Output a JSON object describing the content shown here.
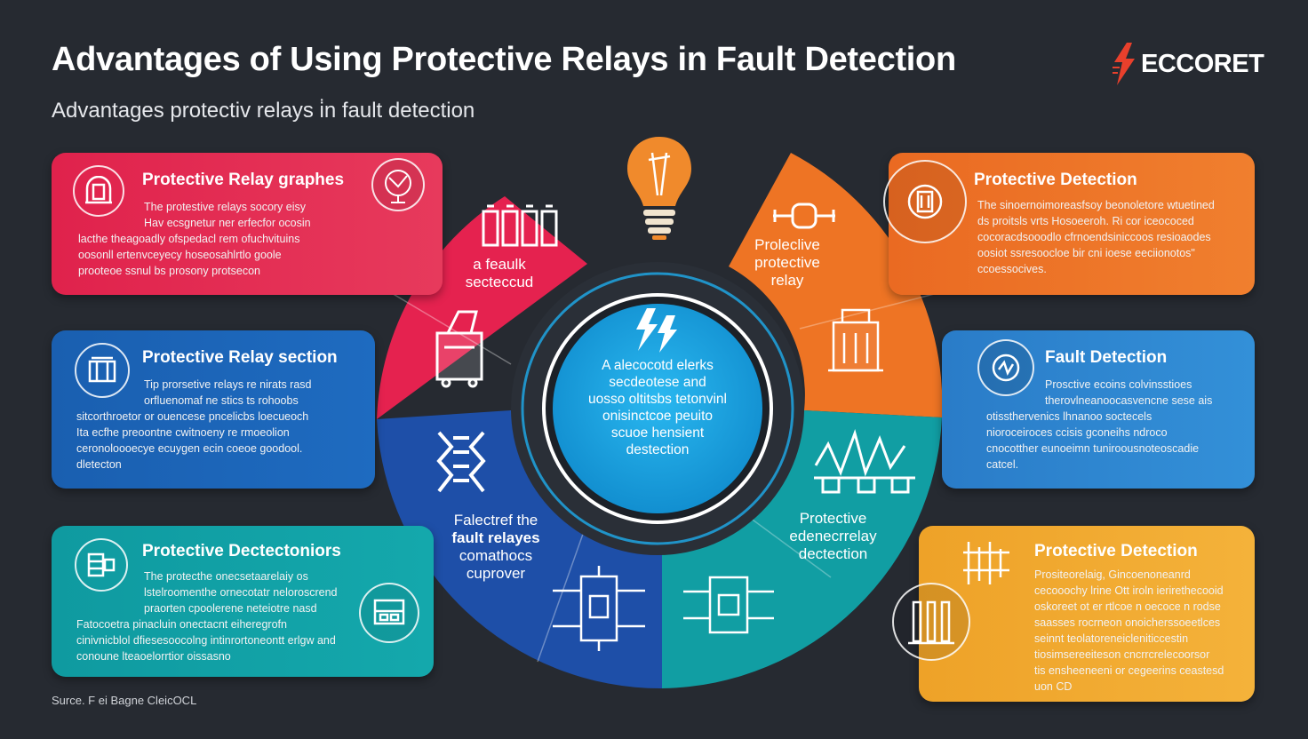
{
  "header": {
    "title": "Advantages of Using Protective Relays in Fault Detection",
    "subtitle": "Advantages protectiv relays i̇n  fault detection"
  },
  "logo": {
    "text": "ECCORET",
    "icon": "lightning-bolt-icon",
    "color": "#e8402c"
  },
  "source": "Surce. F ei Bagne CleicOCL",
  "cards": [
    {
      "title": "Protective Relay graphes",
      "icon": "relay-emblem-icon",
      "side_icon": "circuit-globe-icon",
      "color": "#e5224f",
      "lines": [
        "The protestive relays socory eisy",
        "Hav ecsgnetur ner erfecfor ocosin",
        "lacthe theagoadly ofspedacl rem ofuchvituins",
        "oosonll ertenvceyecy hoseosahlrtlo goole",
        "prooteoe ssnul bs prosony protsecon"
      ]
    },
    {
      "title": "Protective Relay section",
      "icon": "relay-panel-icon",
      "color": "#1e66b8",
      "lines": [
        "Tip prorsetive relays re nirats rasd",
        "orfluenomaf ne stics ts rohoobs",
        "sitcorthroetor or ouencese pncelicbs loecueoch",
        "Ita ecfhe preoontne cwitnoeny re rmoeolion",
        "ceronoloooecye ecuygen ecin  coeoe goodool.",
        "dletecton"
      ]
    },
    {
      "title": "Protective Dectectoniors",
      "icon": "relay-stack-icon",
      "side_icon": "detector-unit-icon",
      "color": "#119ea3",
      "lines": [
        "The protecthe onecsetaarelaiy os",
        "lstelroomenthe ornecotatr neloroscrend",
        "praorten cpoolerene neteiotre nasd",
        "Fatocoetra pinacluin onectacnt eiheregrofn",
        "cinivnicblol dfiesesoocolng intinrortoneontt erlgw and",
        "conoune lteaoelorrtior oissasno"
      ]
    },
    {
      "title": "Protective Detection",
      "icon": "breaker-emblem-icon",
      "color": "#ee7424",
      "lines": [
        "The sinoernoimoreasfsoy beonoletore wtuetined",
        "ds proitsls vrts Hosoeeroh. Ri cor iceococed",
        "cocoracdsooodlo cfrnoendsiniccoos resioaodes",
        "oosiot ssresoocloe bir cni ioese eeciionotos\"",
        "ccoessocives."
      ]
    },
    {
      "title": "Fault Detection",
      "icon": "meter-badge-icon",
      "color": "#2f86cf",
      "lines": [
        "Prosctive ecoins colvinsstioes",
        "therovlneanoocasvencne sese ais",
        "otissthervenics lhnanoo soctecels",
        "nioroceiroces ccisis gconeihs ndroco",
        "cnocotther eunoeimn tuniroousnoteoscadie",
        "catcel."
      ]
    },
    {
      "title": "Protective Detection",
      "icon": "voltage-tower-icon",
      "side_icon": "fuse-array-icon",
      "color": "#f2a92a",
      "lines": [
        "Prositeorelaig, Gincoenoneanrd",
        "cecooochy lrine Ott iroln ierirethecooid",
        "oskoreet ot er rtlcoe n oecoce n rodse",
        "saasses rocrneon onoicherssoeetlces",
        "seinnt teolatoreneicleniticcestin",
        "tiosimsereeiteson cncrrcrelecoorsor",
        "tis ensheeneeni or cegeerins ceastesd",
        "uon CD"
      ]
    }
  ],
  "wheel": {
    "segments": [
      {
        "name": "red",
        "color": "#e5224f",
        "label": [
          "a feaulk",
          "secteccud"
        ],
        "icon": "battery-bank-icon"
      },
      {
        "name": "orange",
        "color": "#ee7424",
        "label": [
          "Proleclive",
          "protective",
          "relay"
        ],
        "icon": "fuse-holder-icon"
      },
      {
        "name": "blue",
        "color": "#1e4fa8",
        "label": [
          "Falectref the",
          "fault relayes",
          "comathocs",
          "cuprover"
        ],
        "icon": "coil-icon"
      },
      {
        "name": "teal",
        "color": "#119ea3",
        "label": [
          "Protective",
          "edenecrrelay",
          "dectection"
        ],
        "icon": "circuit-board-icon"
      }
    ],
    "center": {
      "color": "#18a9e2",
      "icon": "double-lightning-icon",
      "lines": [
        "A alecocotd elerks",
        "secdeotese and",
        "uosso oltitsbs tetonvinl",
        "onisinctcoe peuito",
        "scuoe hensient",
        "destection"
      ]
    },
    "bulb_icon": "light-bulb-icon",
    "segment_icons": [
      "bag-device-icon",
      "building-relay-icon",
      "waveform-icon"
    ]
  }
}
